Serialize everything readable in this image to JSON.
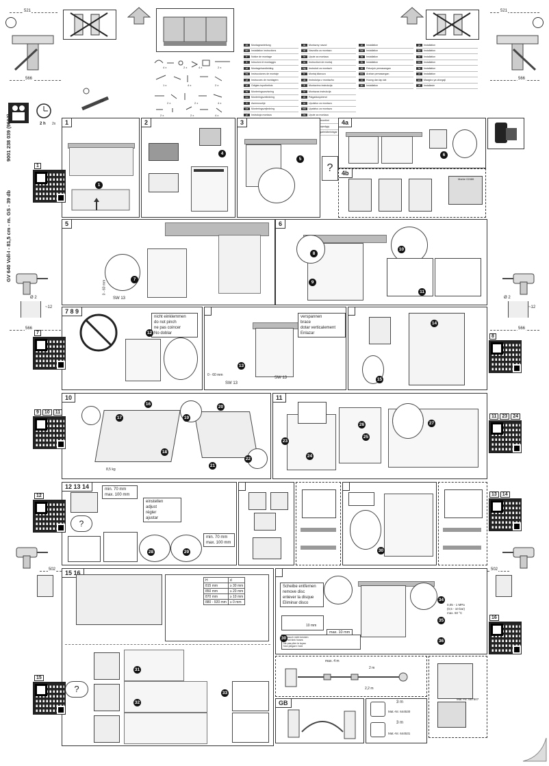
{
  "doc_id_vertical": "9001 238 039 (9612)",
  "doc_model_vertical": "GV 640 Voll-I - 81,5 cm - m. GS - 39 db",
  "ruler_labels": {
    "top_left": "521",
    "top_right": "521",
    "mid_left": "566",
    "mid_right": "566",
    "low_left": "566",
    "low_right": "566",
    "bot_left": "502",
    "bot_right": "502"
  },
  "tool_hint": {
    "time": "2 h",
    "persons": "2x"
  },
  "parts_callout": "20",
  "parts": [
    {
      "label": "4 x"
    },
    {
      "label": "2 x"
    },
    {
      "label": "4 x"
    },
    {
      "label": "2 x"
    },
    {
      "label": "1 x"
    },
    {
      "label": "4 x"
    },
    {
      "label": "2 x"
    },
    {
      "label": "2 x"
    },
    {
      "label": "2 x"
    },
    {
      "label": "4 x"
    },
    {
      "label": "2 x"
    },
    {
      "label": "2 x"
    },
    {
      "label": "4 x"
    }
  ],
  "languages_left": [
    {
      "code": "de",
      "text": "Montageanleitung"
    },
    {
      "code": "en",
      "text": "Installation instructions"
    },
    {
      "code": "fr",
      "text": "Notice de montage"
    },
    {
      "code": "it",
      "text": "Istruzioni di montaggio"
    },
    {
      "code": "nl",
      "text": "Montagehandleiding"
    },
    {
      "code": "es",
      "text": "Instrucciones de montaje"
    },
    {
      "code": "pt",
      "text": "Instrucoes de montagem"
    },
    {
      "code": "el",
      "text": "Odigies topothetisis"
    },
    {
      "code": "sv",
      "text": "Monteringsanvisning"
    },
    {
      "code": "no",
      "text": "Monteringsveiledning"
    },
    {
      "code": "fi",
      "text": "Asennusohje"
    },
    {
      "code": "da",
      "text": "Monteringsvejledning"
    },
    {
      "code": "pl",
      "text": "Instrukcja montazu"
    },
    {
      "code": "cs",
      "text": "Montazni navod"
    },
    {
      "code": "hu",
      "text": "Szerelesi utmutato"
    },
    {
      "code": "ru",
      "text": "Instrukciya po montazhu"
    }
  ],
  "languages_mid": [
    {
      "code": "sk",
      "text": "Montazny navod"
    },
    {
      "code": "sl",
      "text": "Navodila za montazo"
    },
    {
      "code": "hr",
      "text": "Upute za montazu"
    },
    {
      "code": "ro",
      "text": "Instructiuni de montaj"
    },
    {
      "code": "bg",
      "text": "Instrukcii za montazh"
    },
    {
      "code": "tr",
      "text": "Montaj kilavuzu"
    },
    {
      "code": "uk",
      "text": "Instrukciya z montazhu"
    },
    {
      "code": "lt",
      "text": "Montavimo instrukcija"
    },
    {
      "code": "lv",
      "text": "Montazas instrukcija"
    },
    {
      "code": "et",
      "text": "Paigaldusjuhend"
    },
    {
      "code": "sr",
      "text": "Uputstvo za montazu"
    },
    {
      "code": "mk",
      "text": "Upatstvo za montaza"
    },
    {
      "code": "bs",
      "text": "Upute za montazu"
    },
    {
      "code": "sq",
      "text": "Udhezime montimi"
    },
    {
      "code": "kk",
      "text": "Ornatu nusqaulygy"
    },
    {
      "code": "is",
      "text": "Uppsetningarleidbeiningar"
    }
  ],
  "languages_right": [
    {
      "code": "ar",
      "text": "Installation"
    },
    {
      "code": "he",
      "text": "Installation"
    },
    {
      "code": "fa",
      "text": "Installation"
    },
    {
      "code": "th",
      "text": "Installation"
    },
    {
      "code": "id",
      "text": "Petunjuk pemasangan"
    },
    {
      "code": "ms",
      "text": "Arahan pemasangan"
    },
    {
      "code": "vi",
      "text": "Huong dan lap dat"
    },
    {
      "code": "zh",
      "text": "Installation"
    },
    {
      "code": "ja",
      "text": "Installation"
    },
    {
      "code": "ko",
      "text": "Installation"
    },
    {
      "code": "hi",
      "text": "Installation"
    },
    {
      "code": "bn",
      "text": "Installation"
    },
    {
      "code": "ta",
      "text": "Installation"
    },
    {
      "code": "ur",
      "text": "Installation"
    },
    {
      "code": "sw",
      "text": "Maagizo ya ufungaji"
    },
    {
      "code": "af",
      "text": "Installasie"
    }
  ],
  "panels": {
    "p1": "1",
    "p2": "2",
    "p3": "3",
    "p4a": "4a",
    "p4b": "4b",
    "p5": "5",
    "p6": "6",
    "p789": "7 8 9",
    "p10": "10",
    "p11": "11",
    "p121314": "12 13 14",
    "p1516": "15 16",
    "pGB": "GB"
  },
  "qr_tags": {
    "q1": [
      "1"
    ],
    "q7": [
      "7"
    ],
    "q8": [
      "8"
    ],
    "q91011": [
      "9",
      "10",
      "11"
    ],
    "q11b": [
      "11",
      "23",
      "24"
    ],
    "q12": [
      "12"
    ],
    "q1314": [
      "13",
      "14"
    ],
    "q15": [
      "15"
    ],
    "q16": [
      "16"
    ]
  },
  "callouts": [
    "1",
    "2",
    "3",
    "4",
    "5",
    "6",
    "7",
    "8",
    "9",
    "10",
    "11",
    "12",
    "13",
    "14",
    "15",
    "16",
    "17",
    "18",
    "19",
    "20",
    "21",
    "22",
    "23",
    "24",
    "25",
    "26",
    "27",
    "28",
    "29",
    "30",
    "31",
    "32",
    "33",
    "34",
    "35",
    "36"
  ],
  "warn_pinch": [
    "nicht einklemmen",
    "do not pinch",
    "ne pas coincer",
    "No doblar"
  ],
  "brace_text": [
    "verspannen",
    "brace",
    "dotar verticalement",
    "Enlazar"
  ],
  "adjust_text": [
    "einstellen",
    "adjust",
    "régler",
    "ajustar"
  ],
  "min_max_1": [
    "min. 70 mm",
    "max. 100 mm"
  ],
  "min_max_2": [
    "min. 70 mm",
    "max. 100 mm"
  ],
  "sw13_a": "SW 13",
  "sw13_b": "SW 13",
  "sw13_c": "SW 13",
  "dim_5": "0 - 60 mm",
  "dim_7": "0 - 60 mm",
  "label_marke": "Marke 02486",
  "weight": "8,5 kg",
  "height_table": {
    "headers": [
      "H",
      "d"
    ],
    "rows": [
      [
        "815 mm",
        "≥ 30 mm"
      ],
      [
        "850 mm",
        "≥ 20 mm"
      ],
      [
        "870 mm",
        "≥ 10 mm"
      ],
      [
        "880 - 920 mm",
        "≥ 0 mm"
      ]
    ]
  },
  "remove_disc": [
    "Scheibe entfernen",
    "remove disc",
    "enlever la disque",
    "Eliminar disco"
  ],
  "hose_max": "max. 10 mm",
  "inlet_mm": "10 mm",
  "pressure": [
    "0,05 - 1 MPa",
    "(0,5 - 10 bar)",
    "max. 60 °C"
  ],
  "hose_notes": [
    "Schlauch nicht knicken",
    "Do not kink hoses",
    "Ne pas plier le tuyau",
    "Non piegare i tubi"
  ],
  "hose_len_1": "max. 4 m",
  "hose_len_2": "2 m",
  "hose_len_3": "2,2 m",
  "mat_nr_1": "Mat.-Nr. 657507",
  "mat_nr_2": "Mat.-Nr. 644530",
  "mat_nr_3": "Mat.-Nr. 644531",
  "cable_len_1": "3 m",
  "cable_len_2": "3 m",
  "drill_dia": "Ø 2",
  "drill_depth": "~12",
  "colors": {
    "line": "#333333",
    "fill": "#eeeeee",
    "counter": "#bbbbbb",
    "callout": "#111111"
  }
}
